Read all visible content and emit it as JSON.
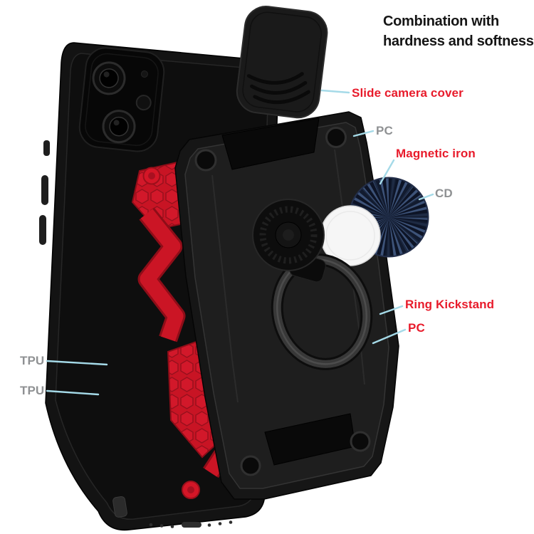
{
  "title": {
    "line1": "Combination with",
    "line2": "hardness and softness"
  },
  "callouts": {
    "slide_camera_cover": {
      "label": "Slide camera cover"
    },
    "pc_top": {
      "label": "PC"
    },
    "magnetic_iron": {
      "label": "Magnetic iron"
    },
    "cd": {
      "label": "CD"
    },
    "ring_kickstand": {
      "label": "Ring Kickstand"
    },
    "pc_bottom": {
      "label": "PC"
    },
    "tpu_upper": {
      "label": "TPU"
    },
    "tpu_lower": {
      "label": "TPU"
    }
  },
  "colors": {
    "label_red": "#e81b2b",
    "label_gray": "#8f9193",
    "leader_line": "#a5dae8",
    "title_black": "#151515",
    "case_black": "#131313",
    "accent_red": "#cb1525",
    "disc_navy": "#3d5379"
  }
}
